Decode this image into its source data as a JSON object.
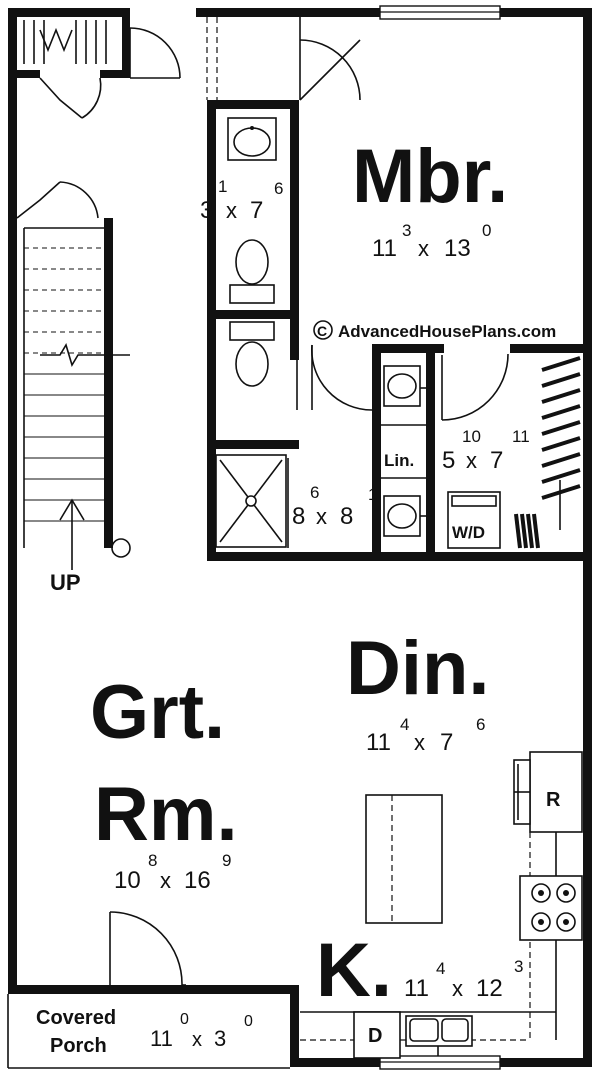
{
  "rooms": {
    "mbr": {
      "name": "Mbr.",
      "dim_a": "11",
      "sup_a": "3",
      "x": "x",
      "dim_b": "13",
      "sup_b": "0"
    },
    "bath1": {
      "sup_a": "1",
      "dim_a": "3",
      "x": "x",
      "dim_b": "7",
      "sup_b": "6"
    },
    "bath2": {
      "sup_a": "6",
      "dim_a": "8",
      "x": "x",
      "dim_b": "8",
      "sup_b": "1"
    },
    "laundry": {
      "sup_a": "10",
      "dim_a": "5",
      "x": "x",
      "dim_b": "7",
      "sup_b": "11",
      "wd": "W/D"
    },
    "linen": {
      "name": "Lin."
    },
    "stairs": {
      "up": "UP"
    },
    "din": {
      "name": "Din.",
      "dim_a": "11",
      "sup_a": "4",
      "x": "x",
      "dim_b": "7",
      "sup_b": "6"
    },
    "grt": {
      "line1": "Grt.",
      "line2": "Rm.",
      "dim_a": "10",
      "sup_a": "8",
      "x": "x",
      "dim_b": "16",
      "sup_b": "9"
    },
    "kitchen": {
      "name": "K.",
      "dim_a": "11",
      "sup_a": "4",
      "x": "x",
      "dim_b": "12",
      "sup_b": "3",
      "fridge": "R",
      "dishwasher": "D"
    },
    "porch": {
      "line1": "Covered",
      "line2": "Porch",
      "dim_a": "11",
      "sup_a": "0",
      "x": "x",
      "dim_b": "3",
      "sup_b": "0"
    }
  },
  "watermark": {
    "symbol": "C",
    "text": "AdvancedHousePlans.com"
  }
}
